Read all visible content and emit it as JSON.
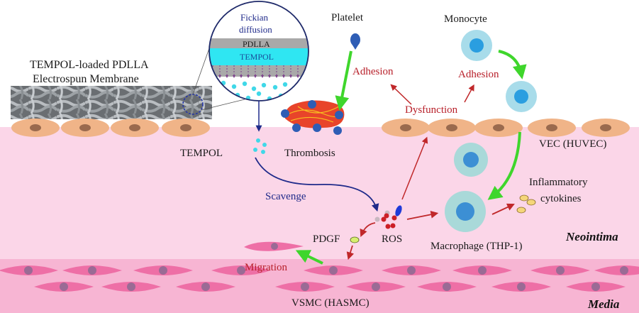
{
  "title": "TEMPOL-loaded PDLLA electrospun membrane mechanism diagram",
  "labels": {
    "membrane_line1": "TEMPOL-loaded PDLLA",
    "membrane_line2": "Electrospun  Membrane",
    "fickian_line1": "Fickian",
    "fickian_line2": "diffusion",
    "pdlla": "PDLLA",
    "tempol_layer": "TEMPOL",
    "tempol": "TEMPOL",
    "thrombosis": "Thrombosis",
    "platelet": "Platelet",
    "monocyte": "Monocyte",
    "adhesion_platelet": "Adhesion",
    "adhesion_monocyte": "Adhesion",
    "dysfunction": "Dysfunction",
    "vec": "VEC (HUVEC)",
    "scavenge": "Scavenge",
    "inflammatory_line1": "Inflammatory",
    "inflammatory_line2": "cytokines",
    "pdgf": "PDGF",
    "ros": "ROS",
    "macrophage": "Macrophage (THP-1)",
    "neointima": "Neointima",
    "migration": "Migration",
    "vsmc": "VSMC (HASMC)",
    "media": "Media"
  },
  "colors": {
    "intima": "#fbd6e8",
    "media": "#f7b5d3",
    "endothelial_cell": "#f0b488",
    "endothelial_nucleus": "#9a6a4e",
    "smc": "#ee6fa6",
    "smc_nucleus": "#9a6b95",
    "monocyte_outer": "#a8dcea",
    "monocyte_inner": "#2a9ee0",
    "macrophage_outer": "#a9d9d9",
    "macrophage_inner": "#3c8fd4",
    "tempol": "#40d8e8",
    "green_arrow": "#3fd62c",
    "red_arrow": "#c0282a",
    "blue_arrow": "#1f2a8a",
    "platelet": "#2e5db5"
  }
}
